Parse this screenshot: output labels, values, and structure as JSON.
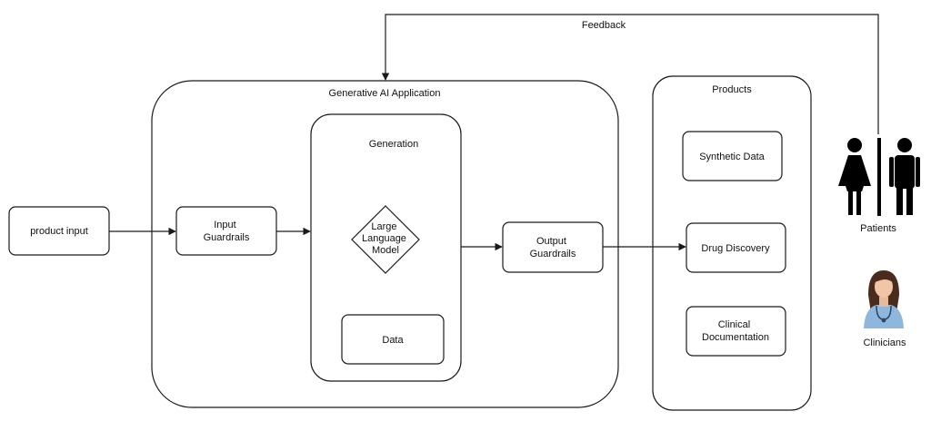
{
  "feedback": {
    "label": "Feedback"
  },
  "nodes": {
    "product_input": "product input",
    "input_guardrails": [
      "Input",
      "Guardrails"
    ],
    "llm": [
      "Large",
      "Language",
      "Model"
    ],
    "data": "Data",
    "output_guardrails": [
      "Output",
      "Guardrails"
    ],
    "synthetic_data": "Synthetic Data",
    "drug_discovery": "Drug Discovery",
    "clinical_documentation": [
      "Clinical",
      "Documentation"
    ]
  },
  "groups": {
    "app": "Generative AI Application",
    "generation": "Generation",
    "products": "Products"
  },
  "actors": {
    "patients": "Patients",
    "clinicians": "Clinicians"
  },
  "icons": {
    "patients": "restroom-icon",
    "clinicians": "doctor-icon"
  }
}
